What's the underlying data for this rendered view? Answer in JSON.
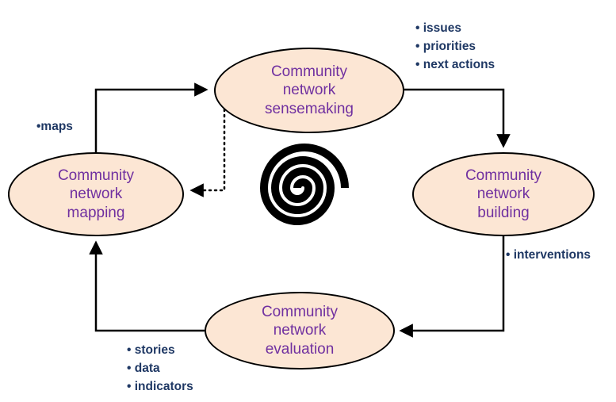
{
  "diagram": {
    "center_symbol": "spiral",
    "nodes": {
      "sensemaking": {
        "label": "Community network sensemaking"
      },
      "building": {
        "label": "Community network building"
      },
      "evaluation": {
        "label": "Community network evaluation"
      },
      "mapping": {
        "label": "Community network mapping"
      }
    },
    "annotations": {
      "sensemaking_outputs": [
        "• issues",
        "• priorities",
        "• next actions"
      ],
      "building_output": "• interventions",
      "evaluation_inputs": [
        "• stories",
        "• data",
        "• indicators"
      ],
      "mapping_output": "•maps"
    },
    "colors": {
      "ellipse_fill": "#fce6d4",
      "ellipse_border": "#000000",
      "node_text": "#7030a0",
      "annotation_text": "#1f3864",
      "arrow": "#000000"
    }
  }
}
